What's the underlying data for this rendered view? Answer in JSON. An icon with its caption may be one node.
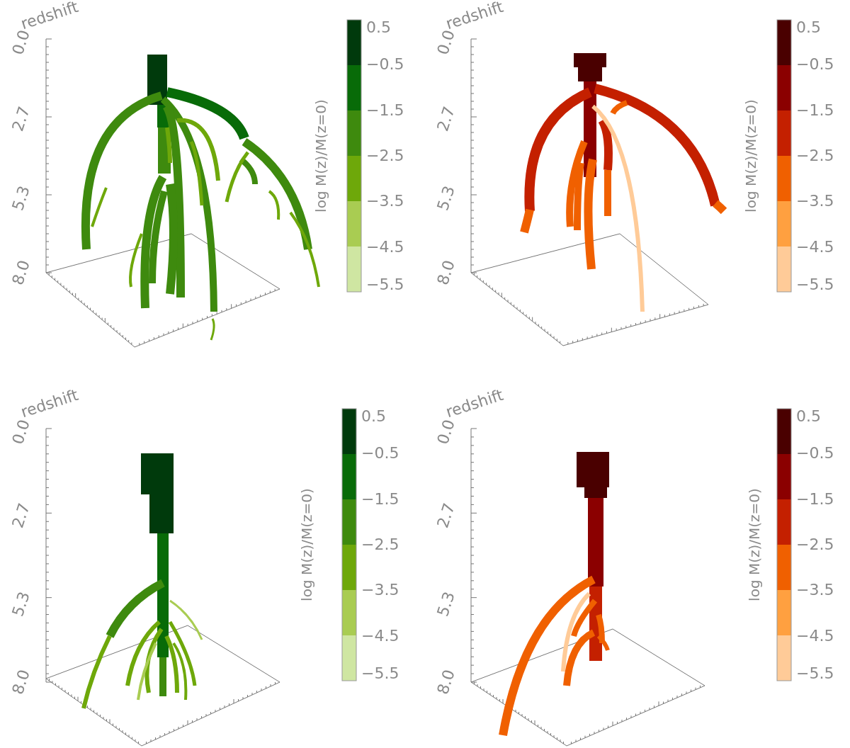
{
  "diagram": {
    "labels": [
      "redshift",
      "0.0",
      "2.7",
      "5.3",
      "8.0",
      "0.5",
      "−0.5",
      "−1.5",
      "−2.5",
      "−3.5",
      "−4.5",
      "−5.5",
      "log M(z)/M(z=0)",
      "redshift",
      "0.0",
      "2.7",
      "5.3",
      "8.0",
      "0.5",
      "−0.5",
      "−1.5",
      "−2.5",
      "−3.5",
      "−4.5",
      "−5.5",
      "log M(z)/M(z=0)",
      "redshift",
      "0.0",
      "2.7",
      "5.3",
      "8.0",
      "0.5",
      "−0.5",
      "−1.5",
      "−2.5",
      "−3.5",
      "−4.5",
      "−5.5",
      "log M(z)/M(z=0)",
      "redshift",
      "0.0",
      "2.7",
      "5.3",
      "8.0",
      "0.5",
      "−0.5",
      "−1.5",
      "−2.5",
      "−3.5",
      "−4.5",
      "−5.5",
      "log M(z)/M(z=0)"
    ]
  }
}
